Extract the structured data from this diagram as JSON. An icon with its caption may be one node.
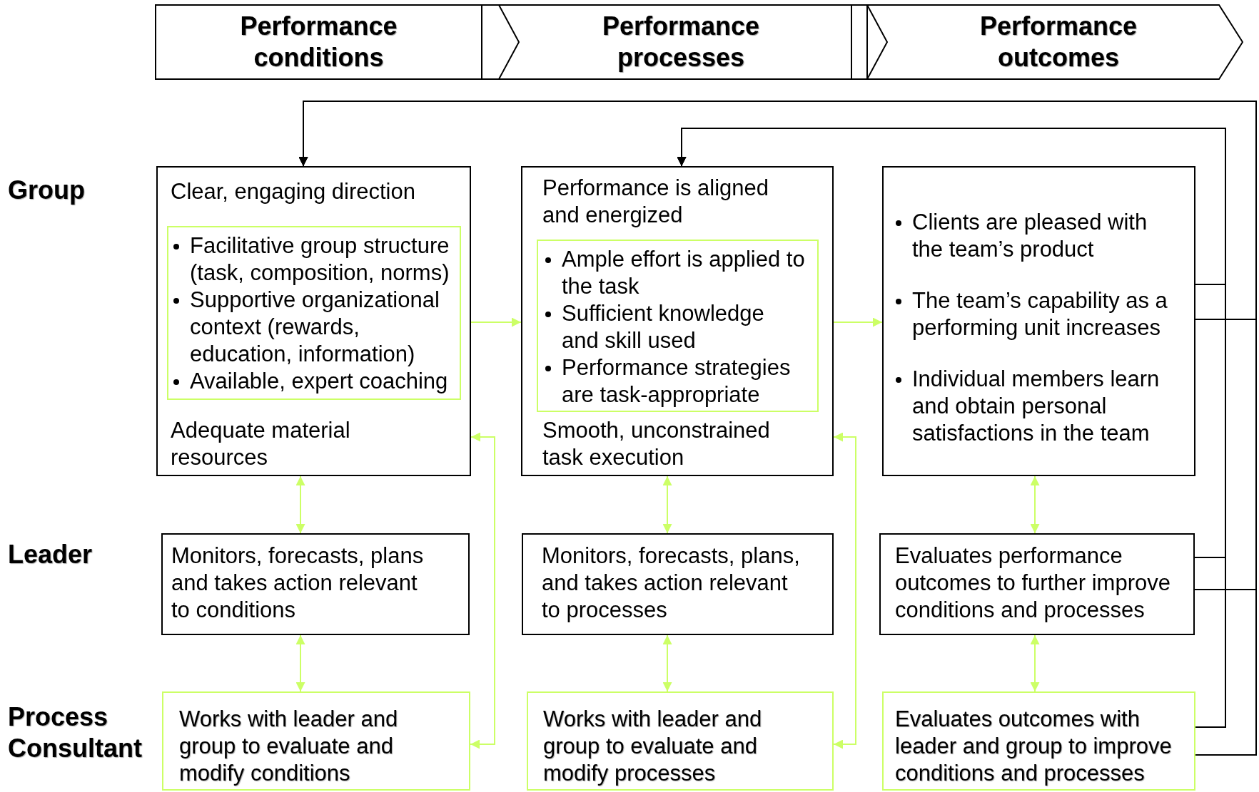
{
  "diagram": {
    "nodes": [
      {
        "text": [
          "Performance conditions"
        ]
      },
      {
        "text": [
          "Performance processes"
        ]
      },
      {
        "text": [
          "Performance outcomes"
        ]
      },
      {
        "text": [
          "Clear, engaging direction",
          "Adequate material resources"
        ]
      },
      {
        "text": [
          "Facilitative group structure (task, composition, norms)",
          "Supportive organizational context (rewards, education, information)",
          "Available, expert coaching"
        ],
        "in": 3
      },
      {
        "text": [
          "Performance is aligned and energized",
          "Smooth, unconstrained task execution"
        ]
      },
      {
        "text": [
          "Ample effort is applied to the task",
          "Sufficient knowledge and skill used",
          "Performance strategies are task-appropriate"
        ],
        "in": 5
      },
      {
        "text": [
          "Clients are pleased with the team’s product",
          "The team’s capability as a performing unit increases",
          "Individual members learn and obtain personal satisfactions in the team"
        ]
      },
      {
        "text": [
          "Monitors, forecasts, plans and takes action relevant to conditions"
        ]
      },
      {
        "text": [
          "Monitors, forecasts, plans, and takes action relevant to processes"
        ]
      },
      {
        "text": [
          "Evaluates performance outcomes to further improve conditions and processes"
        ]
      },
      {
        "text": [
          "Works with leader and group to evaluate and modify conditions"
        ]
      },
      {
        "text": [
          "Works with leader and group to evaluate and modify processes"
        ]
      },
      {
        "text": [
          "Evaluates outcomes with leader and group to improve conditions and processes"
        ]
      }
    ],
    "edges": [
      {
        "from": 3,
        "to": 5,
        "arrow": "to"
      },
      {
        "from": 5,
        "to": 7,
        "arrow": "to"
      },
      {
        "from": 3,
        "to": 8,
        "arrow": "both"
      },
      {
        "from": 8,
        "to": 11,
        "arrow": "both"
      },
      {
        "from": 5,
        "to": 9,
        "arrow": "both"
      },
      {
        "from": 9,
        "to": 12,
        "arrow": "both"
      },
      {
        "from": 7,
        "to": 10,
        "arrow": "both"
      },
      {
        "from": 10,
        "to": 13,
        "arrow": "both"
      },
      {
        "from": 3,
        "to": 11,
        "arrow": "both"
      },
      {
        "from": 5,
        "to": 12,
        "arrow": "both"
      },
      {
        "from": 7,
        "to": 5,
        "arrow": "to",
        "color": "#000000"
      },
      {
        "from": 10,
        "to": 5,
        "arrow": "to",
        "color": "#000000"
      },
      {
        "from": 13,
        "to": 5,
        "arrow": "to",
        "color": "#000000"
      },
      {
        "from": 7,
        "to": 3,
        "arrow": "to",
        "color": "#000000"
      },
      {
        "from": 10,
        "to": 3,
        "arrow": "to",
        "color": "#000000"
      },
      {
        "from": 13,
        "to": 3,
        "arrow": "to",
        "color": "#000000"
      }
    ],
    "labels": [
      "Group",
      "Leader",
      "Process Consultant"
    ]
  }
}
